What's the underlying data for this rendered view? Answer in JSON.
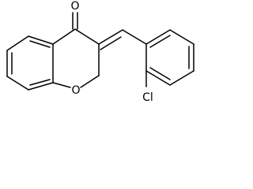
{
  "molecule": {
    "atoms": {
      "carbonyl_oxygen": "O",
      "ring_oxygen": "O",
      "chlorine": "Cl"
    },
    "colors": {
      "bonds": "#000000",
      "labels": "#000000",
      "background": "#ffffff"
    }
  }
}
